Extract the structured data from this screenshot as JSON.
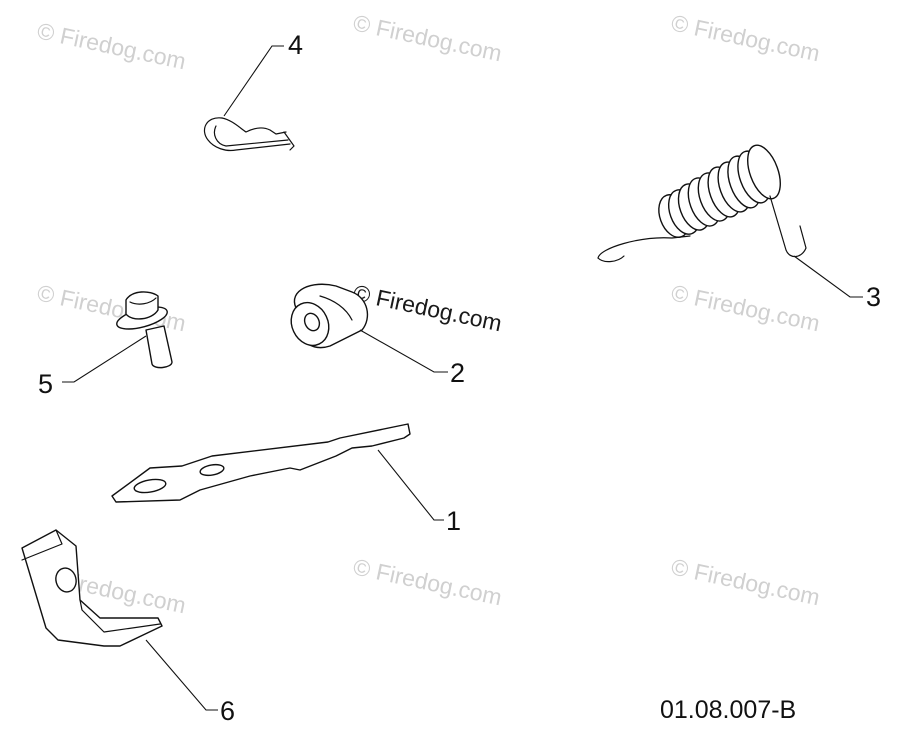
{
  "watermark": {
    "text": "© Firedog.com"
  },
  "callouts": [
    {
      "id": "1",
      "label": "1"
    },
    {
      "id": "2",
      "label": "2"
    },
    {
      "id": "3",
      "label": "3"
    },
    {
      "id": "4",
      "label": "4"
    },
    {
      "id": "5",
      "label": "5"
    },
    {
      "id": "6",
      "label": "6"
    }
  ],
  "drawing_code": "01.08.007-B",
  "colors": {
    "line": "#111111",
    "watermark": "#d0d0d0",
    "background": "#ffffff"
  }
}
